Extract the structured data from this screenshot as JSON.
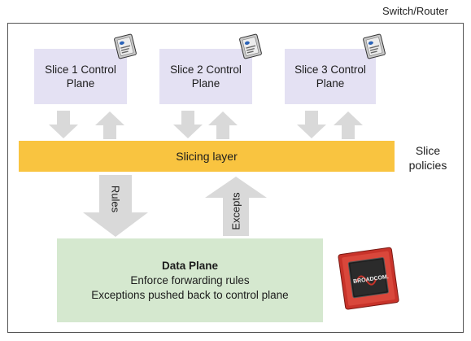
{
  "switch_label": "Switch/Router",
  "slices": [
    {
      "line1": "Slice 1 Control",
      "line2": "Plane"
    },
    {
      "line1": "Slice 2 Control",
      "line2": "Plane"
    },
    {
      "line1": "Slice 3 Control",
      "line2": "Plane"
    }
  ],
  "slicing_layer": "Slicing layer",
  "policies": {
    "line1": "Slice",
    "line2": "policies"
  },
  "rules_label": "Rules",
  "excepts_label": "Excepts",
  "data_plane": {
    "title": "Data Plane",
    "line1": "Enforce forwarding rules",
    "line2": "Exceptions pushed back to control plane"
  },
  "chip_brand": "BROADCOM.",
  "colors": {
    "control_plane": "#e4e1f3",
    "slicing_layer": "#f9c440",
    "data_plane": "#d5e8cf",
    "arrow": "#d9d9d9",
    "chip": "#c8332a"
  },
  "icons": [
    "cpu-icon",
    "broadcom-chip-icon"
  ]
}
